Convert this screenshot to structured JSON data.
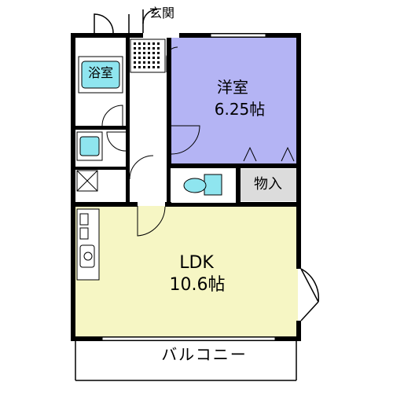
{
  "floorplan": {
    "entrance": "玄関",
    "bath": "浴室",
    "western_room": {
      "name": "洋室",
      "size": "6.25帖"
    },
    "storage": "物入",
    "ldk": {
      "name": "LDK",
      "size": "10.6帖"
    },
    "balcony": "バルコニー"
  },
  "colors": {
    "wall": "#000000",
    "western_room": "#b4b4f4",
    "ldk": "#f6f6c4",
    "wet_area": "#ffffff",
    "storage_fill": "#dcdcdc",
    "fixture_cyan": "#8fe5ef"
  }
}
